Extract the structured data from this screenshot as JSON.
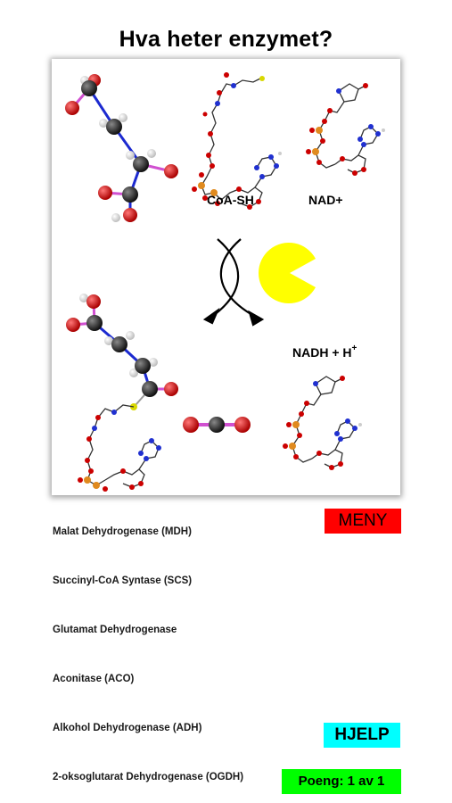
{
  "title": "Hva heter enzymet?",
  "panel": {
    "labels": {
      "coa": "CoA-SH",
      "nad": "NAD+",
      "nadh": "NADH + H",
      "nadh_sup": "+"
    },
    "icons": [
      "pacman-icon",
      "reaction-arrows-icon"
    ]
  },
  "options": [
    "Malat Dehydrogenase (MDH)",
    "Succinyl-CoA Syntase (SCS)",
    "Glutamat Dehydrogenase",
    "Aconitase (ACO)",
    "Alkohol Dehydrogenase (ADH)",
    "2-oksoglutarat Dehydrogenase (OGDH)"
  ],
  "buttons": {
    "menu": "MENY",
    "help": "HJELP",
    "score": "Poeng: 1 av 1"
  },
  "colors": {
    "menu": "#ff0000",
    "help": "#00ffff",
    "score": "#00ff00",
    "pacman": "#ffff00"
  }
}
